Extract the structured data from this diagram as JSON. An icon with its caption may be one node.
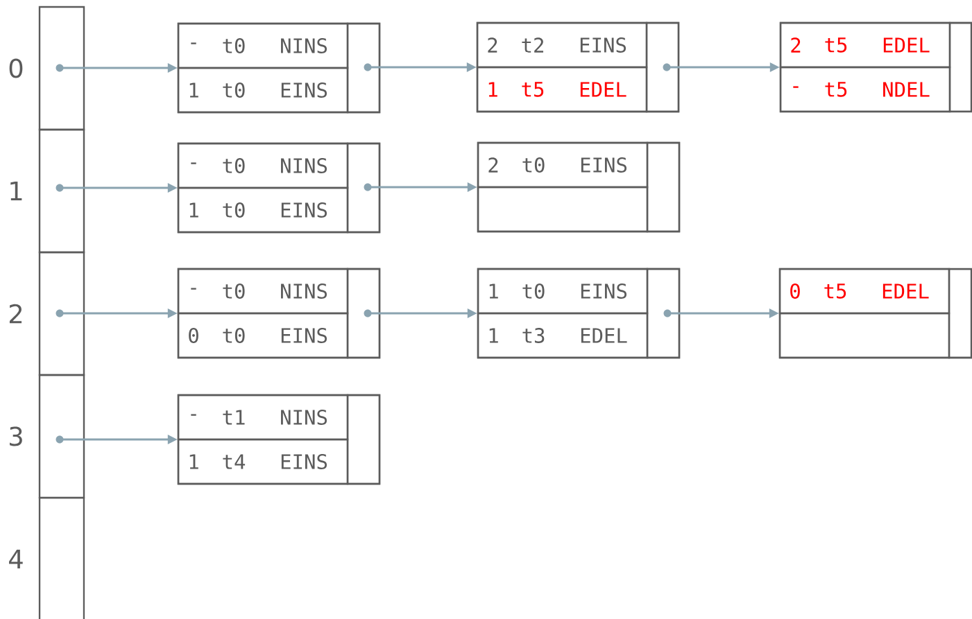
{
  "diagram": {
    "nodes": [
      {
        "text": [],
        "shape": "box",
        "beside": [
          "0"
        ]
      },
      {
        "text": [],
        "shape": "box",
        "beside": [
          "1"
        ]
      },
      {
        "text": [],
        "shape": "box",
        "beside": [
          "2"
        ]
      },
      {
        "text": [],
        "shape": "box",
        "beside": [
          "3"
        ]
      },
      {
        "text": [],
        "shape": "box",
        "beside": [
          "4"
        ]
      },
      {
        "text": [],
        "shape": "box"
      },
      {
        "text": [
          "-",
          "t0",
          "NINS"
        ],
        "in": 5
      },
      {
        "text": [
          "1",
          "t0",
          "EINS"
        ],
        "in": 5
      },
      {
        "text": [],
        "shape": "box",
        "in": 5
      },
      {
        "text": [],
        "shape": "box"
      },
      {
        "text": [
          "2",
          "t2",
          "EINS"
        ],
        "in": 9
      },
      {
        "text": [
          "1",
          "t5",
          "EDEL"
        ],
        "in": 9
      },
      {
        "text": [],
        "shape": "box",
        "in": 9
      },
      {
        "text": [],
        "shape": "box"
      },
      {
        "text": [
          "2",
          "t5",
          "EDEL"
        ],
        "in": 13
      },
      {
        "text": [
          "-",
          "t5",
          "NDEL"
        ],
        "in": 13
      },
      {
        "text": [],
        "shape": "box",
        "in": 13
      },
      {
        "text": [],
        "shape": "box"
      },
      {
        "text": [
          "-",
          "t0",
          "NINS"
        ],
        "in": 17
      },
      {
        "text": [
          "1",
          "t0",
          "EINS"
        ],
        "in": 17
      },
      {
        "text": [],
        "shape": "box",
        "in": 17
      },
      {
        "text": [],
        "shape": "box"
      },
      {
        "text": [
          "2",
          "t0",
          "EINS"
        ],
        "in": 21
      },
      {
        "text": [],
        "shape": "box",
        "in": 21
      },
      {
        "text": [],
        "shape": "box",
        "in": 21
      },
      {
        "text": [],
        "shape": "box"
      },
      {
        "text": [
          "-",
          "t0",
          "NINS"
        ],
        "in": 25
      },
      {
        "text": [
          "0",
          "t0",
          "EINS"
        ],
        "in": 25
      },
      {
        "text": [],
        "shape": "box",
        "in": 25
      },
      {
        "text": [],
        "shape": "box"
      },
      {
        "text": [
          "1",
          "t0",
          "EINS"
        ],
        "in": 29
      },
      {
        "text": [
          "1",
          "t3",
          "EDEL"
        ],
        "in": 29
      },
      {
        "text": [],
        "shape": "box",
        "in": 29
      },
      {
        "text": [],
        "shape": "box"
      },
      {
        "text": [
          "0",
          "t5",
          "EDEL"
        ],
        "in": 33
      },
      {
        "text": [],
        "shape": "box",
        "in": 33
      },
      {
        "text": [],
        "shape": "box",
        "in": 33
      },
      {
        "text": [],
        "shape": "box"
      },
      {
        "text": [
          "-",
          "t1",
          "NINS"
        ],
        "in": 37
      },
      {
        "text": [
          "1",
          "t4",
          "EINS"
        ],
        "in": 37
      },
      {
        "text": [],
        "shape": "box",
        "in": 37
      }
    ],
    "edges": [
      {
        "from": 0,
        "to": 5,
        "arrow": "to"
      },
      {
        "from": 8,
        "to": 9,
        "arrow": "to"
      },
      {
        "from": 12,
        "to": 13,
        "arrow": "to"
      },
      {
        "from": 1,
        "to": 17,
        "arrow": "to"
      },
      {
        "from": 20,
        "to": 21,
        "arrow": "to"
      },
      {
        "from": 2,
        "to": 25,
        "arrow": "to"
      },
      {
        "from": 28,
        "to": 29,
        "arrow": "to"
      },
      {
        "from": 32,
        "to": 33,
        "arrow": "to"
      },
      {
        "from": 3,
        "to": 37,
        "arrow": "to"
      }
    ]
  }
}
